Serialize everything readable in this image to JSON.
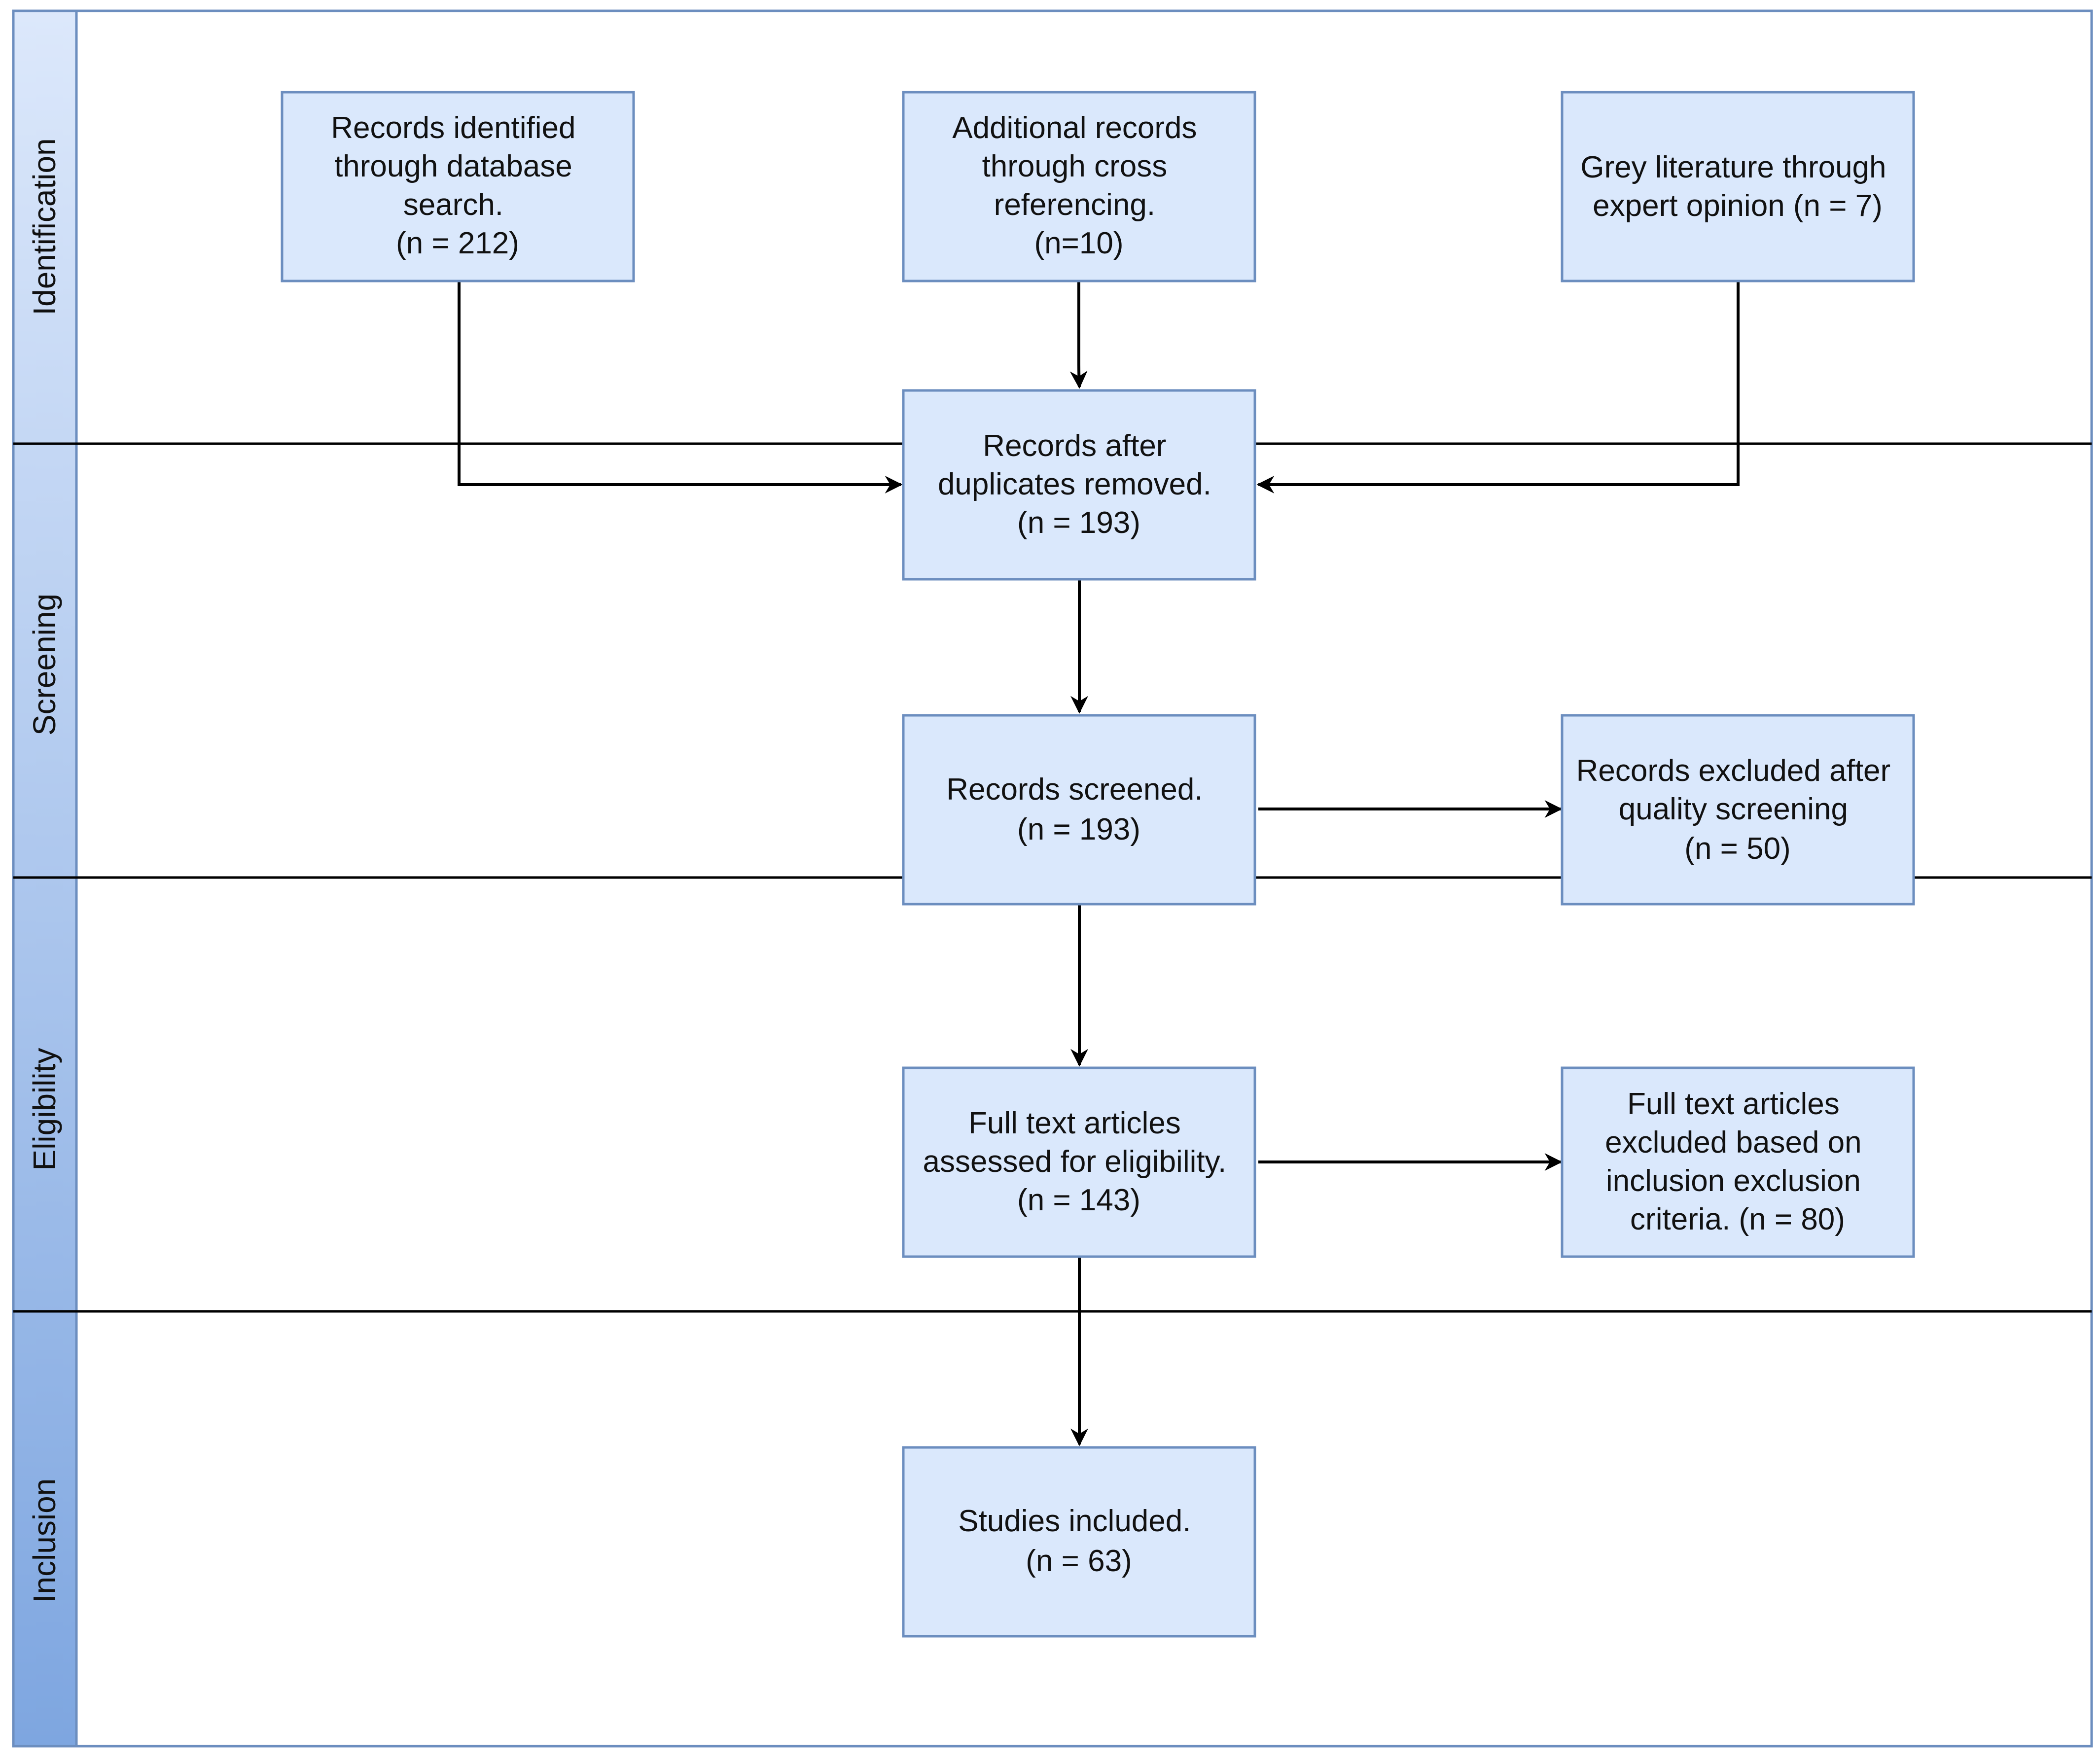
{
  "phases": {
    "identification": "Identification",
    "screening": "Screening",
    "eligibility": "Eligibility",
    "inclusion": "Inclusion"
  },
  "boxes": {
    "database_search": [
      "Records identified",
      "through database",
      "search.",
      "(n = 212)"
    ],
    "cross_referencing": [
      "Additional records",
      "through cross",
      "referencing.",
      "(n=10)"
    ],
    "grey_literature": [
      "Grey literature through",
      "expert opinion  (n = 7)"
    ],
    "duplicates_removed": [
      "Records after",
      "duplicates removed.",
      "(n = 193)"
    ],
    "records_screened": [
      "Records screened.",
      "(n = 193)"
    ],
    "excluded_quality": [
      "Records excluded after",
      "quality screening",
      "(n = 50)"
    ],
    "fulltext_assessed": [
      "Full text articles",
      "assessed for eligibility.",
      "(n = 143)"
    ],
    "fulltext_excluded": [
      "Full text articles",
      "excluded based on",
      "inclusion exclusion",
      "criteria. (n = 80)"
    ],
    "studies_included": [
      "Studies included.",
      "(n = 63)"
    ]
  },
  "colors": {
    "box_fill": "#dae8fc",
    "box_stroke": "#6c8ebf",
    "sidebar_top": "#dce8fb",
    "sidebar_bottom": "#7ea6e0"
  }
}
